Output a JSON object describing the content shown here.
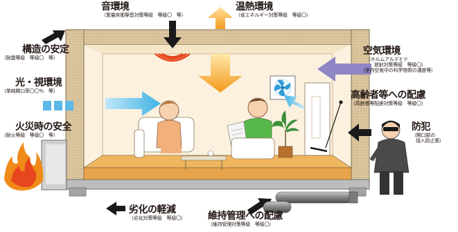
{
  "labels": {
    "sound": {
      "title": "音環境",
      "sub": "（重量床衝撃音対策等級　等級〇　等）"
    },
    "thermal": {
      "title": "温熱環境",
      "sub": "（省エネルギー対策等級　等級〇）"
    },
    "structure": {
      "title": "構造の安定",
      "sub": "（耐震等級　等級〇　等）"
    },
    "light": {
      "title": "光・視環境",
      "sub": "（単純開口率〇〇％　等）"
    },
    "fire": {
      "title": "火災時の安全",
      "sub": "（耐火等級　等級〇　等）"
    },
    "air": {
      "title": "空気環境",
      "sub1": "（ホルムアルデヒド",
      "sub2": "放射対策等級　等級〇）",
      "sub3": "（室内空気中の科学物質の濃度等）"
    },
    "elderly": {
      "title": "高齢者等への配慮",
      "sub": "（高齢者等配慮対策等級　等級〇）"
    },
    "security": {
      "title": "防犯",
      "sub1": "（開口部の",
      "sub2": "侵入防止策）"
    },
    "deterioration": {
      "title": "劣化の軽減",
      "sub": "（劣化対策等級　等級〇）"
    },
    "maintenance": {
      "title": "維持管理への配慮",
      "sub": "（維持管理対策等級　等級〇）"
    }
  },
  "colors": {
    "wall_beige": "#d8c4a0",
    "room_wall": "#fbf1de",
    "floor": "#f0b65f",
    "arrow_orange": "#f39a1d",
    "arrow_light_blue": "#59c2ec",
    "arrow_purple": "#8f86c6",
    "window_blue": "#5bb8e8",
    "fire_orange": "#f08a18",
    "sound_red": "#e8461e"
  },
  "icons": [
    "sound-waves-icon",
    "fire-icon",
    "fan-icon",
    "burglar-icon",
    "potted-plant-icon",
    "pipe-icon"
  ]
}
